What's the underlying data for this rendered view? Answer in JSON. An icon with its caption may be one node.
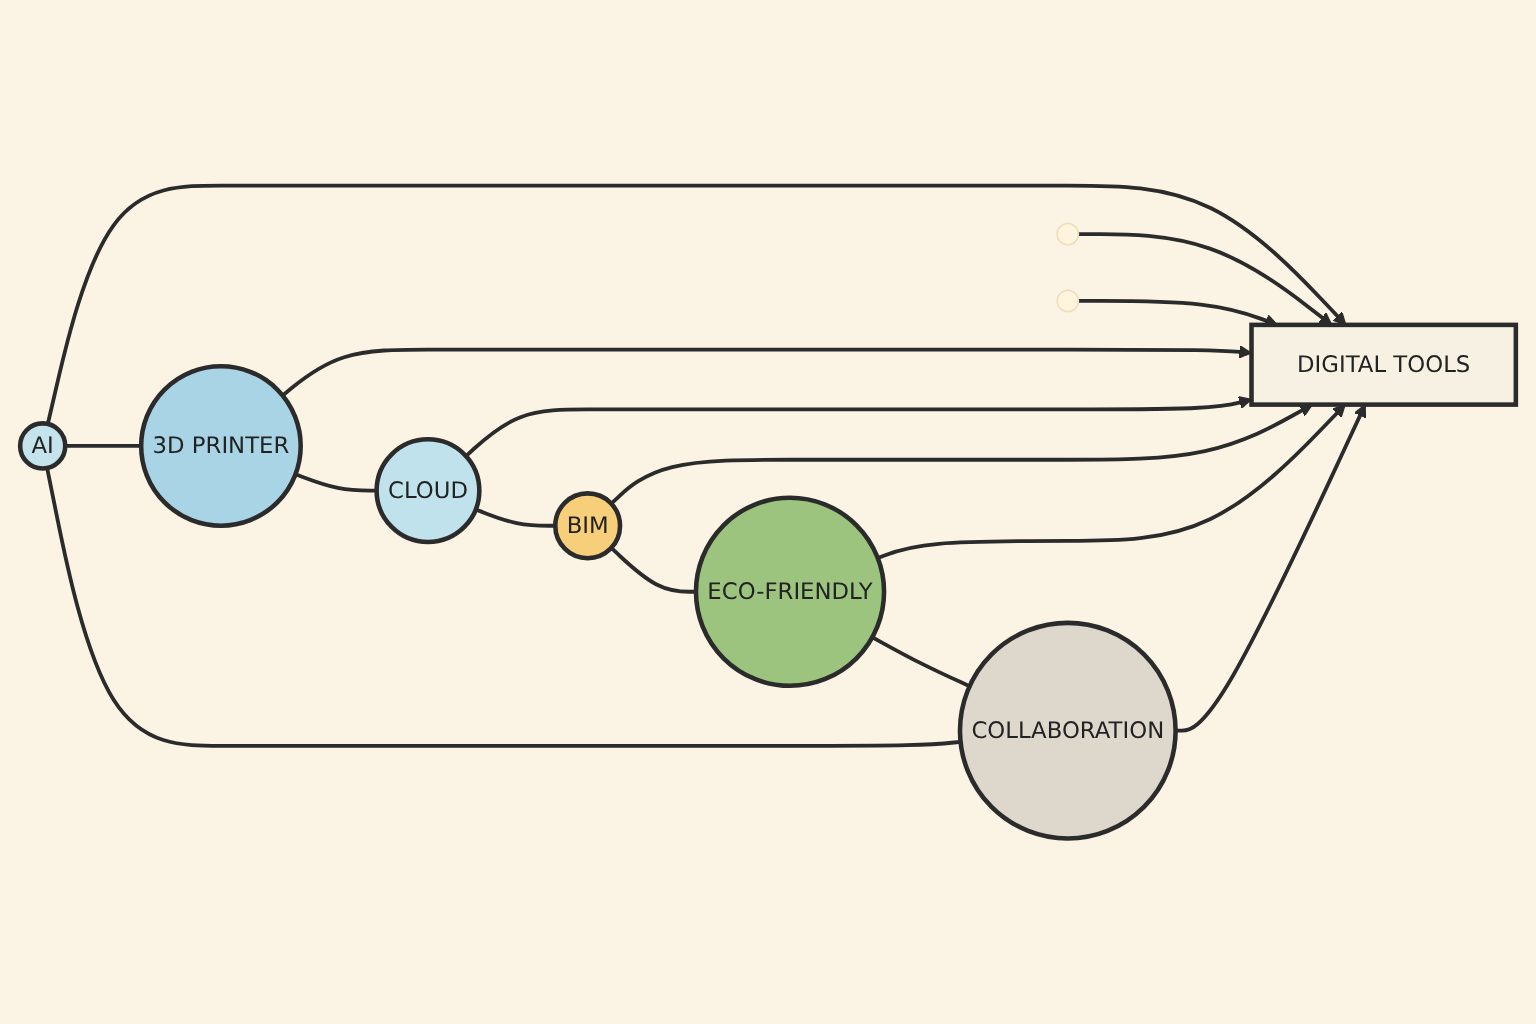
{
  "diagram": {
    "nodes": [
      {
        "text": [
          "AI"
        ]
      },
      {
        "text": [
          "3D PRINTER"
        ]
      },
      {
        "text": [
          "CLOUD"
        ]
      },
      {
        "text": [
          "COLLABORATION"
        ]
      },
      {
        "text": [
          "DIGITAL TOOLS"
        ]
      },
      {
        "text": [
          "BIM"
        ]
      },
      {
        "text": [
          "ECO-FRIENDLY"
        ]
      }
    ],
    "edges": [
      {
        "from": 0,
        "to": 4,
        "arrow": "to"
      },
      {
        "from": 1,
        "to": 4,
        "arrow": "to"
      },
      {
        "from": 2,
        "to": 4,
        "arrow": "to"
      },
      {
        "from": 3,
        "to": 4,
        "arrow": "to"
      },
      {
        "from": 5,
        "to": 4,
        "arrow": "to"
      },
      {
        "from": 6,
        "to": 4,
        "arrow": "to"
      },
      {
        "from": null,
        "to": 4,
        "arrow": "to"
      },
      {
        "from": null,
        "to": 4,
        "arrow": "to"
      },
      {
        "from": 0,
        "to": 1,
        "arrow": "none"
      },
      {
        "from": 1,
        "to": 2,
        "arrow": "none"
      },
      {
        "from": 2,
        "to": 5,
        "arrow": "none"
      },
      {
        "from": 5,
        "to": 6,
        "arrow": "none"
      },
      {
        "from": 6,
        "to": 3,
        "arrow": "none"
      },
      {
        "from": 3,
        "to": 0,
        "arrow": "none"
      }
    ]
  }
}
